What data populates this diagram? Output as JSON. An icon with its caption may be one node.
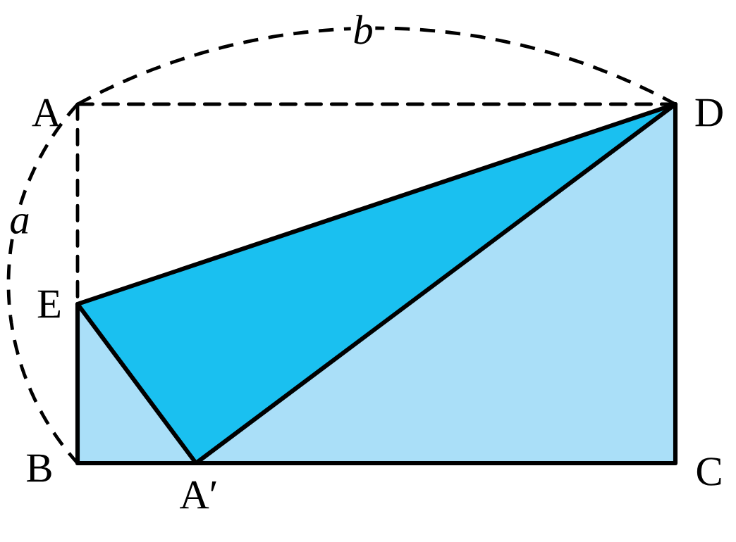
{
  "diagram": {
    "nodes": [
      {
        "text": [
          "A"
        ]
      },
      {
        "text": [
          "D"
        ]
      },
      {
        "text": [
          "E"
        ]
      },
      {
        "text": [
          "B"
        ]
      },
      {
        "text": [
          "A′"
        ]
      },
      {
        "text": [
          "C"
        ]
      }
    ],
    "edges": [
      {
        "from": 0,
        "to": 1,
        "arrow": "none",
        "style": "dashed"
      },
      {
        "from": 0,
        "to": 2,
        "arrow": "none",
        "style": "dashed"
      },
      {
        "from": 2,
        "to": 1,
        "arrow": "none"
      },
      {
        "from": 2,
        "to": 4,
        "arrow": "none"
      },
      {
        "from": 4,
        "to": 1,
        "arrow": "none"
      },
      {
        "from": 2,
        "to": 3,
        "arrow": "none"
      },
      {
        "from": 3,
        "to": 5,
        "arrow": "none"
      },
      {
        "from": 5,
        "to": 1,
        "arrow": "none"
      }
    ],
    "labels": [
      "a",
      "b"
    ]
  }
}
